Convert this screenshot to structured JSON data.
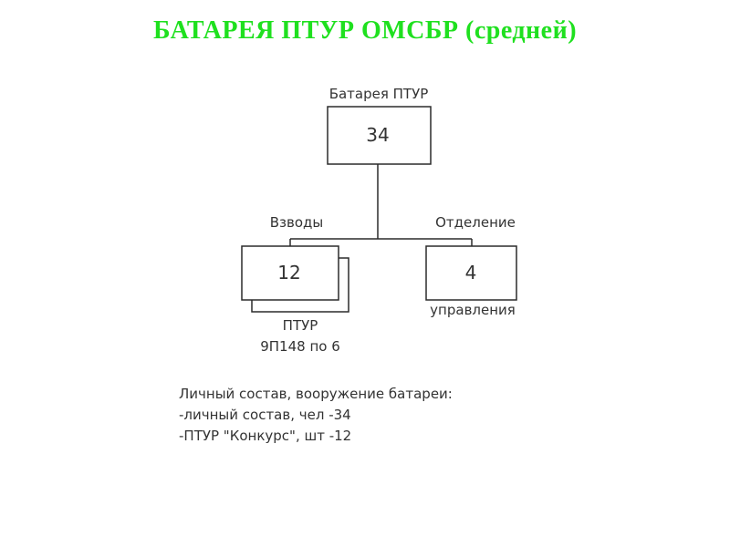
{
  "title": "БАТАРЕЯ ПТУР ОМСБР (средней)",
  "colors": {
    "title": "#1fe01f",
    "lines": "#2b2b2b",
    "text": "#333333"
  },
  "diagram": {
    "top_node": {
      "label": "Батарея ПТУР",
      "value": "34"
    },
    "left_node": {
      "label_above": "Взводы",
      "value": "12",
      "label_below_1": "ПТУР",
      "label_below_2": "9П148 по 6"
    },
    "right_node": {
      "label_above": "Отделение",
      "value": "4",
      "label_below": "управления"
    }
  },
  "info": {
    "line1": "Личный состав, вооружение батареи:",
    "line2": "-личный состав, чел -34",
    "line3": "-ПТУР \"Конкурс\", шт -12"
  }
}
